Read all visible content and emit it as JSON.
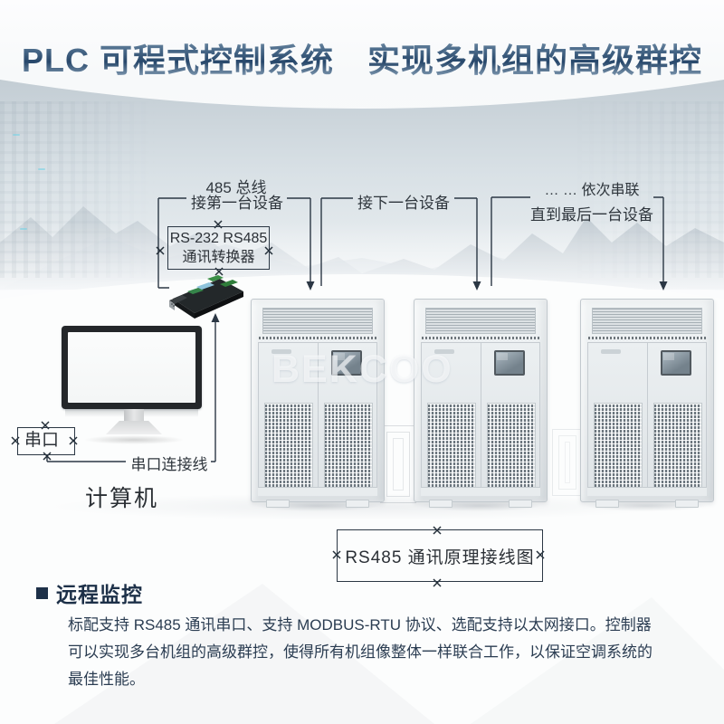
{
  "header": {
    "title": "PLC 可程式控制系统　实现多机组的高级群控"
  },
  "diagram": {
    "bus_label": "485 总线",
    "first_device_label": "接第一台设备",
    "next_device_label": "接下一台设备",
    "chain_label": "… … 依次串联",
    "last_device_label": "直到最后一台设备",
    "converter_box": {
      "line1": "RS-232 RS485",
      "line2": "通讯转换器"
    },
    "serial_port_label": "串口",
    "serial_cable_label": "串口连接线",
    "computer_label": "计算机",
    "wiring_diagram_label": "RS485 通讯原理接线图",
    "brand_watermark": "BEKCOO",
    "units_count": 3
  },
  "section": {
    "heading": "远程监控",
    "body_lines": [
      "标配支持 RS485 通讯串口、支持 MODBUS-RTU 协议、选配支持以太网接口。控制器",
      "可以实现多台机组的高级群控，使得所有机组像整体一样联合工作，以保证空调系统的",
      "最佳性能。"
    ]
  },
  "colors": {
    "accent_navy": "#1d3048",
    "line": "#2b3744",
    "title_blue": "#3d5a78",
    "watermark_white": "#ffffff"
  }
}
